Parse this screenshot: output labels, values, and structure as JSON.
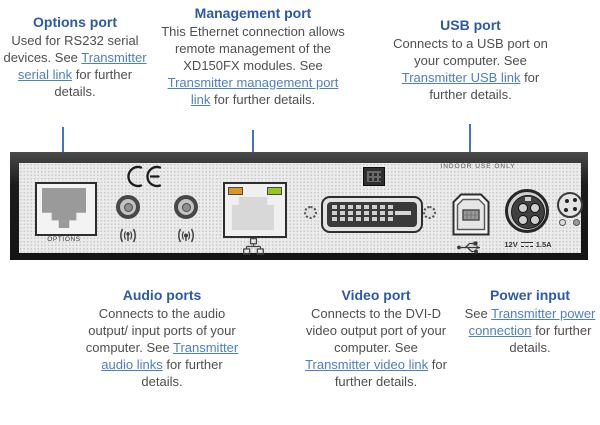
{
  "callouts": {
    "options": {
      "title": "Options port",
      "pre": "Used for RS232 serial devices. See ",
      "link": "Transmitter serial link",
      "post": " for further details."
    },
    "management": {
      "title": "Management port",
      "pre": "This Ethernet connection allows remote management of the XD150FX modules. See ",
      "link": "Transmitter management port link",
      "post": " for further details."
    },
    "usb": {
      "title": "USB port",
      "pre": "Connects to a USB port on your computer. See ",
      "link": "Transmitter USB link",
      "post": " for further details."
    },
    "audio": {
      "title": "Audio ports",
      "pre": "Connects to the audio output/ input ports of your computer. See ",
      "link": "Transmitter audio links",
      "post": " for further details."
    },
    "video": {
      "title": "Video port",
      "pre": "Connects to the DVI-D video output port of your computer. See ",
      "link": "Transmitter video link",
      "post": " for further details."
    },
    "power": {
      "title": "Power input",
      "pre": "See ",
      "link": "Transmitter power connection",
      "post": " for further details."
    }
  },
  "device": {
    "options_label": "OPTIONS",
    "indoor_label": "INDOOR USE ONLY",
    "power_voltage": "12V",
    "power_current": "1.5A"
  },
  "colors": {
    "heading_blue": "#2b5aa7",
    "link_blue": "#4d7fc4",
    "body_gray": "#4f4f4f",
    "pointer_line": "#4472c4",
    "led_orange": "#dd9422",
    "led_green": "#95c521",
    "chassis_dark": "#1c1c1c",
    "face_gray": "#ebebeb"
  }
}
